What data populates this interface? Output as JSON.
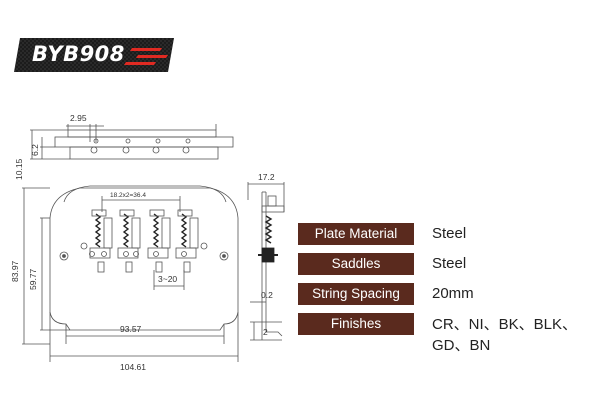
{
  "model": "BYB908",
  "dimensions": {
    "d_2_95": "2.95",
    "d_10_15": "10.15",
    "d_6_2": "6.2",
    "d_spacing": "18.2x2=36.4",
    "d_83_97": "83.97",
    "d_59_77": "59.77",
    "d_3_20": "3~20",
    "d_93_57": "93.57",
    "d_104_61": "104.61",
    "d_17_2": "17.2",
    "d_0_2": "0.2",
    "d_2": "2"
  },
  "specs": [
    {
      "label": "Plate Material",
      "value": "Steel"
    },
    {
      "label": "Saddles",
      "value": "Steel"
    },
    {
      "label": "String Spacing",
      "value": "20mm"
    },
    {
      "label": "Finishes",
      "value_line1": "CR、NI、BK、BLK、",
      "value_line2": "GD、BN"
    }
  ],
  "colors": {
    "label_bg": "#5a2a1e",
    "badge_bg": "#1c1c1c",
    "badge_stripe": "#e02a22",
    "line": "#555555"
  }
}
